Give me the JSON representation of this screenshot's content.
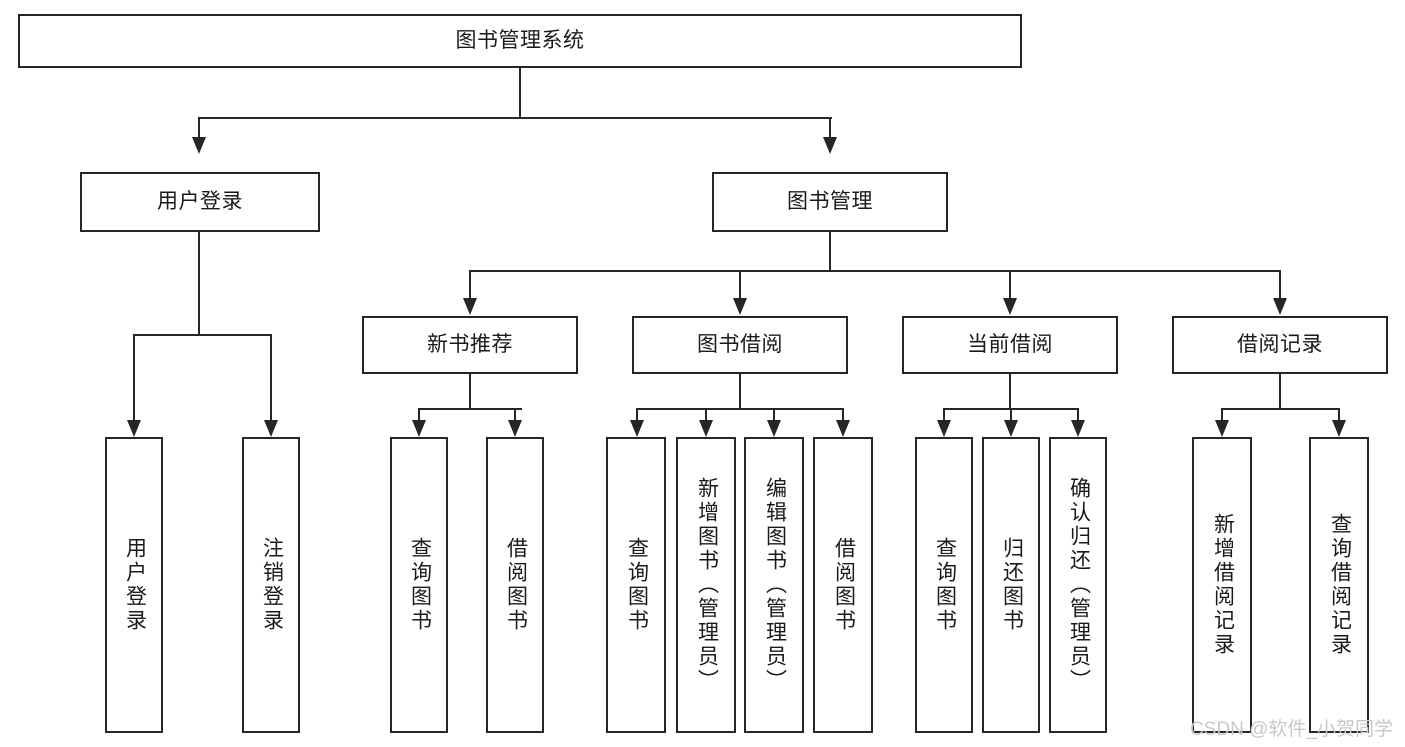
{
  "diagram": {
    "type": "tree-hierarchy-chart",
    "title_text": "图书管理系统",
    "levels": {
      "root": {
        "label": "图书管理系统"
      },
      "level2": [
        {
          "label": "用户登录"
        },
        {
          "label": "图书管理"
        }
      ],
      "level3": [
        {
          "label": "新书推荐"
        },
        {
          "label": "图书借阅"
        },
        {
          "label": "当前借阅"
        },
        {
          "label": "借阅记录"
        }
      ],
      "leaves": {
        "user_login": [
          {
            "label": "用户登录"
          },
          {
            "label": "注销登录"
          }
        ],
        "new_book_recommend": [
          {
            "label": "查询图书"
          },
          {
            "label": "借阅图书"
          }
        ],
        "book_borrow": [
          {
            "label": "查询图书"
          },
          {
            "label": "新增图书（管理员）"
          },
          {
            "label": "编辑图书（管理员）"
          },
          {
            "label": "借阅图书"
          }
        ],
        "current_borrow": [
          {
            "label": "查询图书"
          },
          {
            "label": "归还图书"
          },
          {
            "label": "确认归还（管理员）"
          }
        ],
        "borrow_record": [
          {
            "label": "新增借阅记录"
          },
          {
            "label": "查询借阅记录"
          }
        ]
      }
    }
  },
  "watermark": {
    "text": "CSDN @软件_小贺同学"
  },
  "colors": {
    "stroke": "#262626",
    "text": "#1a1a1a",
    "background": "#ffffff",
    "watermark": "#c8c8c8"
  }
}
